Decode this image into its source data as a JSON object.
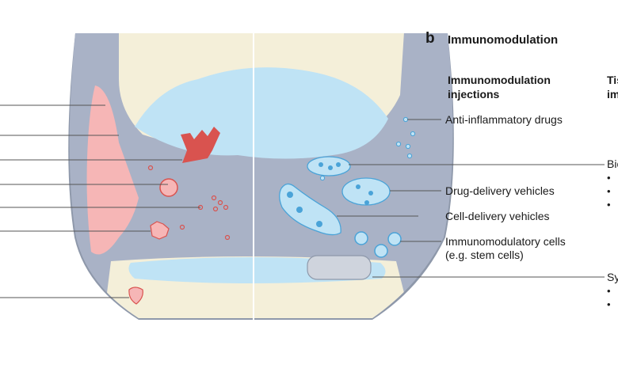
{
  "panel": {
    "letter": "b",
    "title": "Immunomodulation"
  },
  "columns": [
    {
      "heading_line1": "Immunomodulation",
      "heading_line2": "injections"
    },
    {
      "heading_line1": "Tis",
      "heading_line2": "im"
    }
  ],
  "labels": {
    "anti_inflammatory": "Anti-inflammatory drugs",
    "drug_delivery": "Drug-delivery vehicles",
    "cell_delivery": "Cell-delivery vehicles",
    "immunomodulatory_line1": "Immunomodulatory cells",
    "immunomodulatory_line2": "(e.g. stem cells)",
    "bio_partial": "Bio",
    "sy_partial": "Sy"
  },
  "bullets": [
    "•",
    "•",
    "•",
    "•",
    "•"
  ],
  "colors": {
    "capsule_gray": "#8e98aa",
    "bone_cream": "#f4efd9",
    "cartilage_blue": "#bfe3f5",
    "fluid_slate": "#a9b2c6",
    "inflamed_pink": "#f6b6b6",
    "lesion_red": "#d9534f",
    "vehicle_blue": "#4aa3d8"
  }
}
